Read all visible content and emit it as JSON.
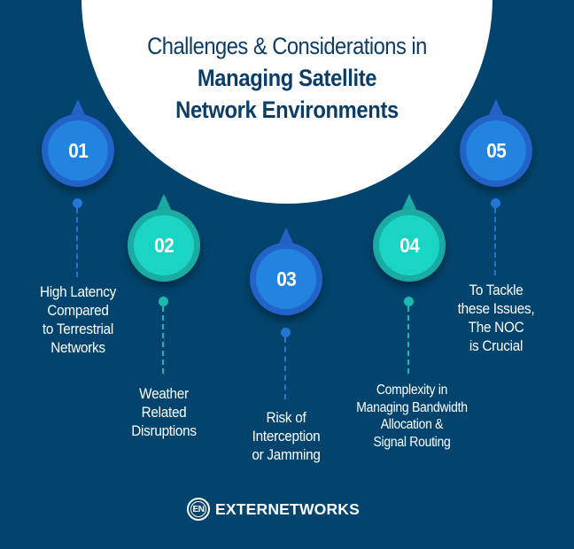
{
  "title": {
    "line1": "Challenges & Considerations in",
    "line2": "Managing Satellite",
    "line3": "Network Environments"
  },
  "colors": {
    "background": "#03446e",
    "hero_circle": "#ffffff",
    "title_text": "#0b3d66",
    "blue_ring": "#2163c6",
    "blue_fill": "#2384e0",
    "teal_ring": "#1aaba3",
    "teal_fill": "#1bd5c4",
    "label_text": "#ffffff"
  },
  "steps": [
    {
      "number": "01",
      "color": "blue",
      "lines": [
        "High Latency",
        "Compared",
        "to Terrestrial",
        "Networks"
      ]
    },
    {
      "number": "02",
      "color": "teal",
      "lines": [
        "Weather",
        "Related",
        "Disruptions"
      ]
    },
    {
      "number": "03",
      "color": "blue",
      "lines": [
        "Risk of",
        "Interception",
        "or Jamming"
      ]
    },
    {
      "number": "04",
      "color": "teal",
      "lines": [
        "Complexity in",
        "Managing Bandwidth",
        "Allocation &",
        "Signal Routing"
      ]
    },
    {
      "number": "05",
      "color": "blue",
      "lines": [
        "To Tackle",
        "these Issues,",
        "The NOC",
        "is Crucial"
      ]
    }
  ],
  "footer": {
    "logo_mark": "EN",
    "brand": "EXTERNETWORKS"
  }
}
